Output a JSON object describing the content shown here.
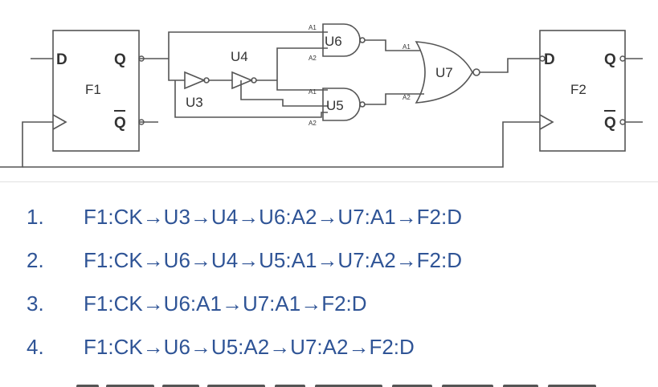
{
  "diagram": {
    "flipflops": [
      {
        "name": "F1",
        "d": "D",
        "q": "Q",
        "qbar": "Q"
      },
      {
        "name": "F2",
        "d": "D",
        "q": "Q",
        "qbar": "Q"
      }
    ],
    "gates": {
      "u3": "U3",
      "u4": "U4",
      "u5": "U5",
      "u6": "U6",
      "u7": "U7"
    },
    "pin_labels": {
      "a1": "A1",
      "a2": "A2"
    }
  },
  "paths": [
    {
      "number": "1.",
      "text": "F1:CK→U3→U4→U6:A2→U7:A1→F2:D"
    },
    {
      "number": "2.",
      "text": "F1:CK→U6→U4→U5:A1→U7:A2→F2:D"
    },
    {
      "number": "3.",
      "text": "F1:CK→U6:A1→U7:A1→F2:D"
    },
    {
      "number": "4.",
      "text": "F1:CK→U6→U5:A2→U7:A2→F2:D"
    }
  ],
  "colors": {
    "wire": "#555555",
    "text": "#2f5496"
  }
}
